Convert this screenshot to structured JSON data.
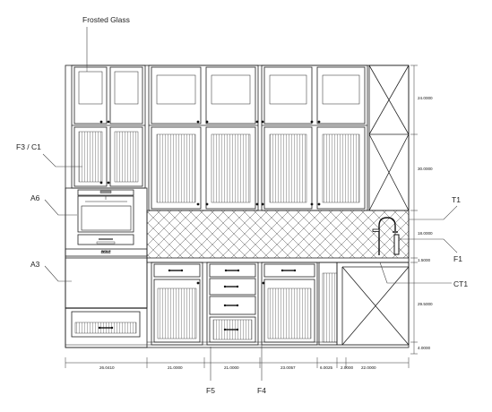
{
  "callouts": {
    "frosted_glass": "Frosted Glass",
    "f3_c1": "F3 / C1",
    "a6": "A6",
    "a3": "A3",
    "t1": "T1",
    "f1": "F1",
    "ct1": "CT1",
    "f5": "F5",
    "f4": "F4"
  },
  "dimensions": {
    "vertical": [
      "24.0000",
      "30.0000",
      "18.0000",
      "1.5000",
      "29.5000",
      "4.0000"
    ],
    "horizontal": [
      "26.0410",
      "21.0000",
      "21.0000",
      "23.0057",
      "6.0025",
      "2.0000",
      "22.0000"
    ]
  },
  "appliance": {
    "badge": "WOLF"
  }
}
